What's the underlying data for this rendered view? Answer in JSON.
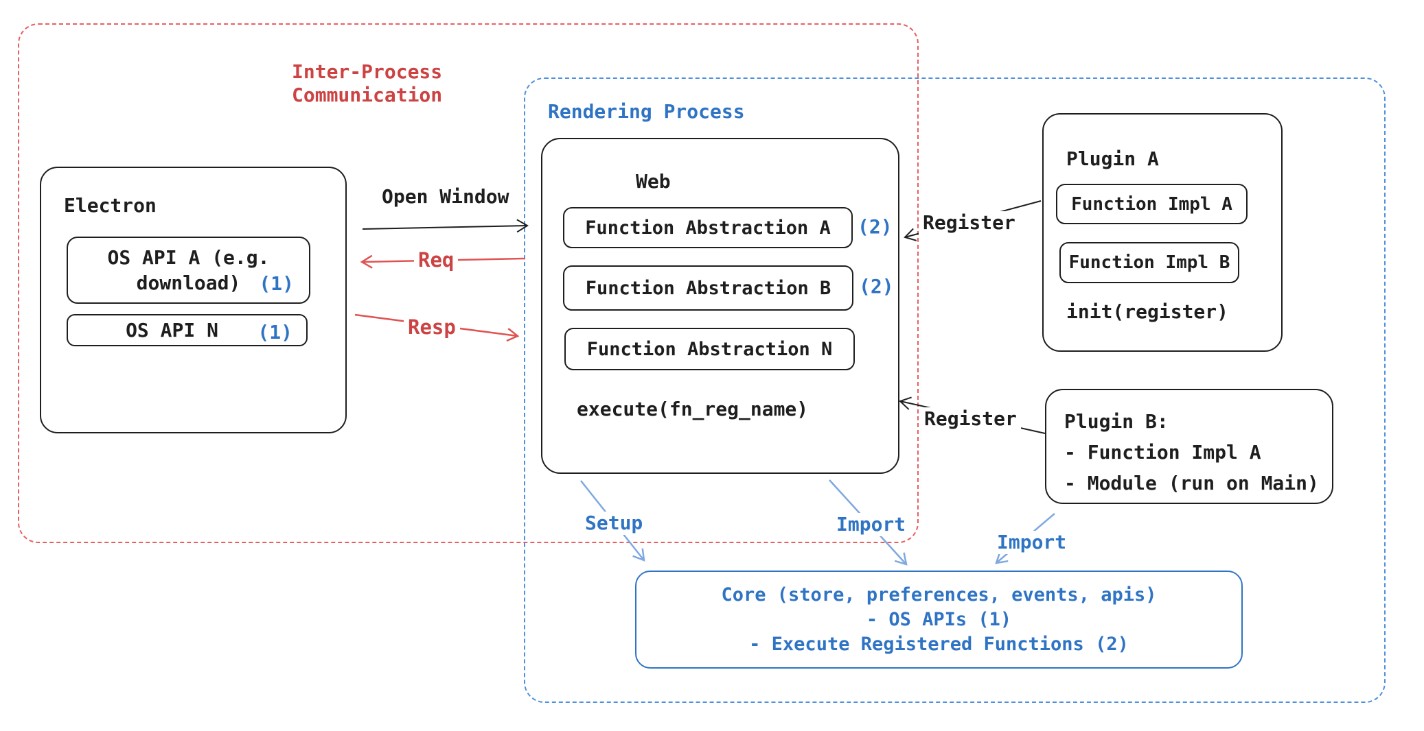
{
  "colors": {
    "ink": "#1e1e1e",
    "red_text": "#cd4242",
    "red_arrow": "#e05353",
    "red_dash": "#e66060",
    "blue_text": "#2f74c4",
    "blue_dash": "#4e91da",
    "blue_arrow": "#7fa8e0",
    "background": "#ffffff"
  },
  "ipc_box": {
    "title_line1": "Inter-Process",
    "title_line2": "Communication"
  },
  "rendering_box": {
    "title": "Rendering Process"
  },
  "electron": {
    "title": "Electron",
    "os_api_a_line1": "OS API A (e.g.",
    "os_api_a_line2": "download)",
    "os_api_a_badge": "(1)",
    "os_api_n_label": "OS API N",
    "os_api_n_badge": "(1)"
  },
  "web": {
    "title": "Web",
    "fn_a": "Function Abstraction A",
    "fn_a_badge": "(2)",
    "fn_b": "Function Abstraction B",
    "fn_b_badge": "(2)",
    "fn_n": "Function Abstraction N",
    "execute": "execute(fn_reg_name)"
  },
  "plugin_a": {
    "title": "Plugin A",
    "impl_a": "Function Impl A",
    "impl_b": "Function Impl B",
    "init": "init(register)"
  },
  "plugin_b": {
    "title": "Plugin B:",
    "item_1": "- Function Impl A",
    "item_2": "- Module (run on Main)"
  },
  "core": {
    "line1": "Core (store, preferences, events, apis)",
    "line2": "- OS APIs (1)",
    "line3": "- Execute Registered Functions (2)"
  },
  "arrows": {
    "open_window": "Open Window",
    "req": "Req",
    "resp": "Resp",
    "register_a": "Register",
    "register_b": "Register",
    "setup": "Setup",
    "import_web": "Import",
    "import_plugin": "Import"
  }
}
